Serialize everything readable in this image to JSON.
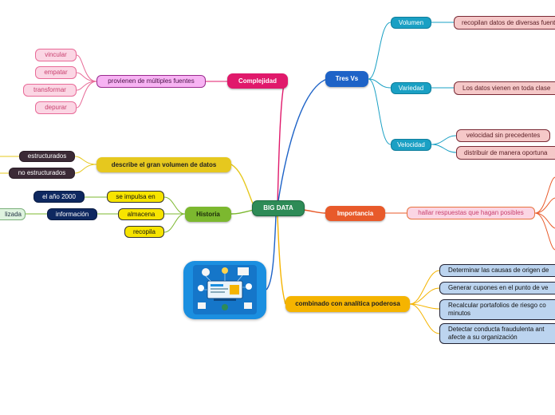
{
  "center": "BIG DATA",
  "branches": {
    "complejidad": {
      "label": "Complejidad",
      "sub": "provienen de múltiples fuentes",
      "leaves": [
        "vincular",
        "empatar",
        "transformar",
        "depurar"
      ]
    },
    "tres_vs": {
      "label": "Tres Vs",
      "volumen": {
        "label": "Volumen",
        "leaf": "recopilan datos de diversas fuentes"
      },
      "variedad": {
        "label": "Variedad",
        "leaf": "Los datos vienen en toda clase"
      },
      "velocidad": {
        "label": "Velocidad",
        "leaves": [
          "velocidad sin precedentes",
          "distribuir de manera oportuna"
        ]
      }
    },
    "volumen_datos": {
      "label": "describe el gran volumen de datos",
      "leaves": [
        "estructurados",
        "no estructurados"
      ]
    },
    "historia": {
      "label": "Historia",
      "impulsa": {
        "label": "se impulsa en",
        "leaf": "el año 2000"
      },
      "almacena": {
        "label": "almacena",
        "leaf": "información",
        "leaf2": "lizada"
      },
      "recopila": {
        "label": "recopila"
      }
    },
    "importancia": {
      "label": "Importancia",
      "sub": "hallar respuestas que hagan posibles"
    },
    "analitica": {
      "label": "combinado con analítica poderosa",
      "leaves": [
        "Determinar las causas de origen de",
        "Generar cupones en el punto de ve",
        "Recalcular portafolios de riesgo co minutos",
        "Detectar conducta fraudulenta ant afecte a su organización"
      ]
    }
  },
  "colors": {
    "center": "#2e8b57",
    "complejidad": "#e0196b",
    "tres_vs": "#1e63c7",
    "volumen_datos": "#e6c81e",
    "historia": "#7cb82f",
    "importancia": "#e85a2a",
    "analitica": "#f5b400"
  }
}
